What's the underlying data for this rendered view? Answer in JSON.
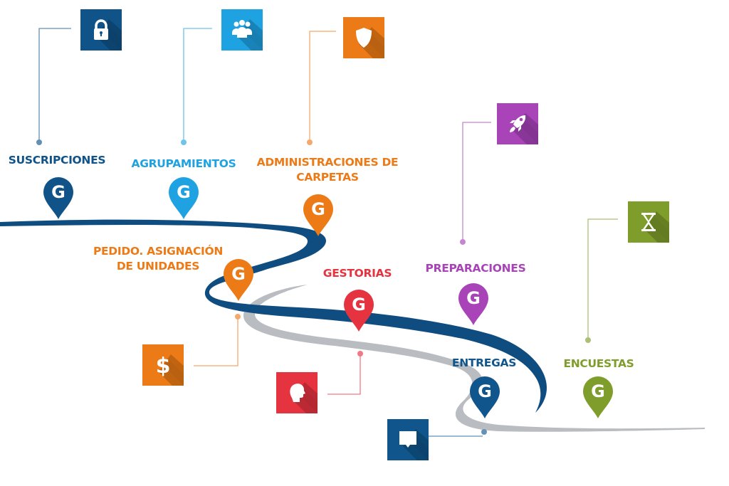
{
  "diagram": {
    "pin_glyph": "G",
    "road_colors": {
      "main": "#0f4c80",
      "secondary": "#b9bcc0"
    },
    "stages": [
      {
        "id": "suscripciones",
        "label_lines": [
          "SUSCRIPCIONES"
        ],
        "color": "#0f5389",
        "icon": "lock-icon"
      },
      {
        "id": "agrupamientos",
        "label_lines": [
          "AGRUPAMIENTOS"
        ],
        "color": "#1ea2e1",
        "icon": "people-group-icon"
      },
      {
        "id": "administraciones",
        "label_lines": [
          "ADMINISTRACIONES DE",
          "CARPETAS"
        ],
        "color": "#ec7b17",
        "icon": "shield-icon"
      },
      {
        "id": "pedido",
        "label_lines": [
          "PEDIDO. ASIGNACIÓN",
          "DE UNIDADES"
        ],
        "color": "#ec7b17",
        "icon": "dollar-icon"
      },
      {
        "id": "gestorias",
        "label_lines": [
          "GESTORIAS"
        ],
        "color": "#e63340",
        "icon": "head-profile-icon"
      },
      {
        "id": "preparaciones",
        "label_lines": [
          "PREPARACIONES"
        ],
        "color": "#a843b8",
        "icon": "rocket-icon"
      },
      {
        "id": "entregas",
        "label_lines": [
          "ENTREGAS"
        ],
        "color": "#10568c",
        "icon": "speech-bubble-icon"
      },
      {
        "id": "encuestas",
        "label_lines": [
          "ENCUESTAS"
        ],
        "color": "#7f9d2a",
        "icon": "hourglass-icon"
      }
    ]
  }
}
